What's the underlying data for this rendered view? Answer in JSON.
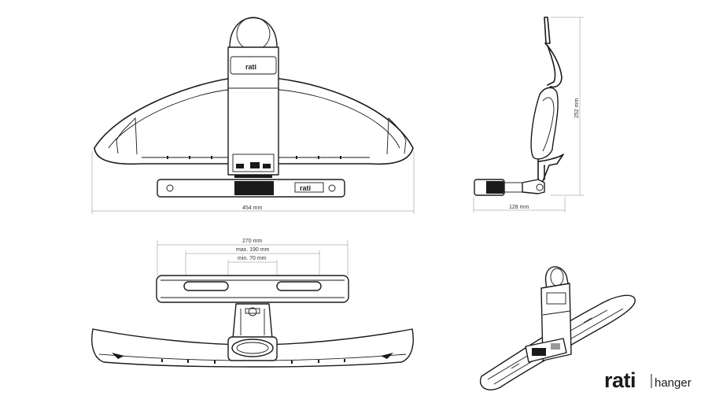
{
  "dimensions": {
    "front_width": "454 mm",
    "side_depth": "128 mm",
    "side_height": "252 mm",
    "top_width": "270 mm",
    "top_max": "max. 190 mm",
    "top_min": "min. 70 mm"
  },
  "labels": {
    "hook_logo": "rati",
    "clamp_logo": "rati"
  },
  "brand": {
    "wordmark": "rati",
    "product": "hanger"
  },
  "colors": {
    "line": "#1a1a1a",
    "dimension": "#888888",
    "background": "#ffffff"
  }
}
